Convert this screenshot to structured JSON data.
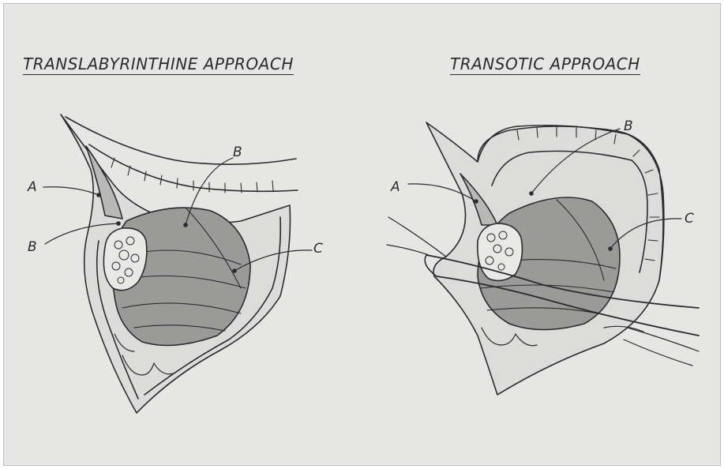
{
  "left_panel": {
    "title": "TRANSLABYRINTHINE APPROACH",
    "labels": {
      "a": "A",
      "b_upper": "B",
      "b_lower": "B",
      "c": "C"
    }
  },
  "right_panel": {
    "title": "TRANSOTIC APPROACH",
    "labels": {
      "a": "A",
      "b": "B",
      "c": "C"
    }
  },
  "colors": {
    "paper": "#e6e6e4",
    "ink": "#2b2b2b",
    "tumor": "#9a9a98",
    "tissue": "#cfcfcd"
  }
}
